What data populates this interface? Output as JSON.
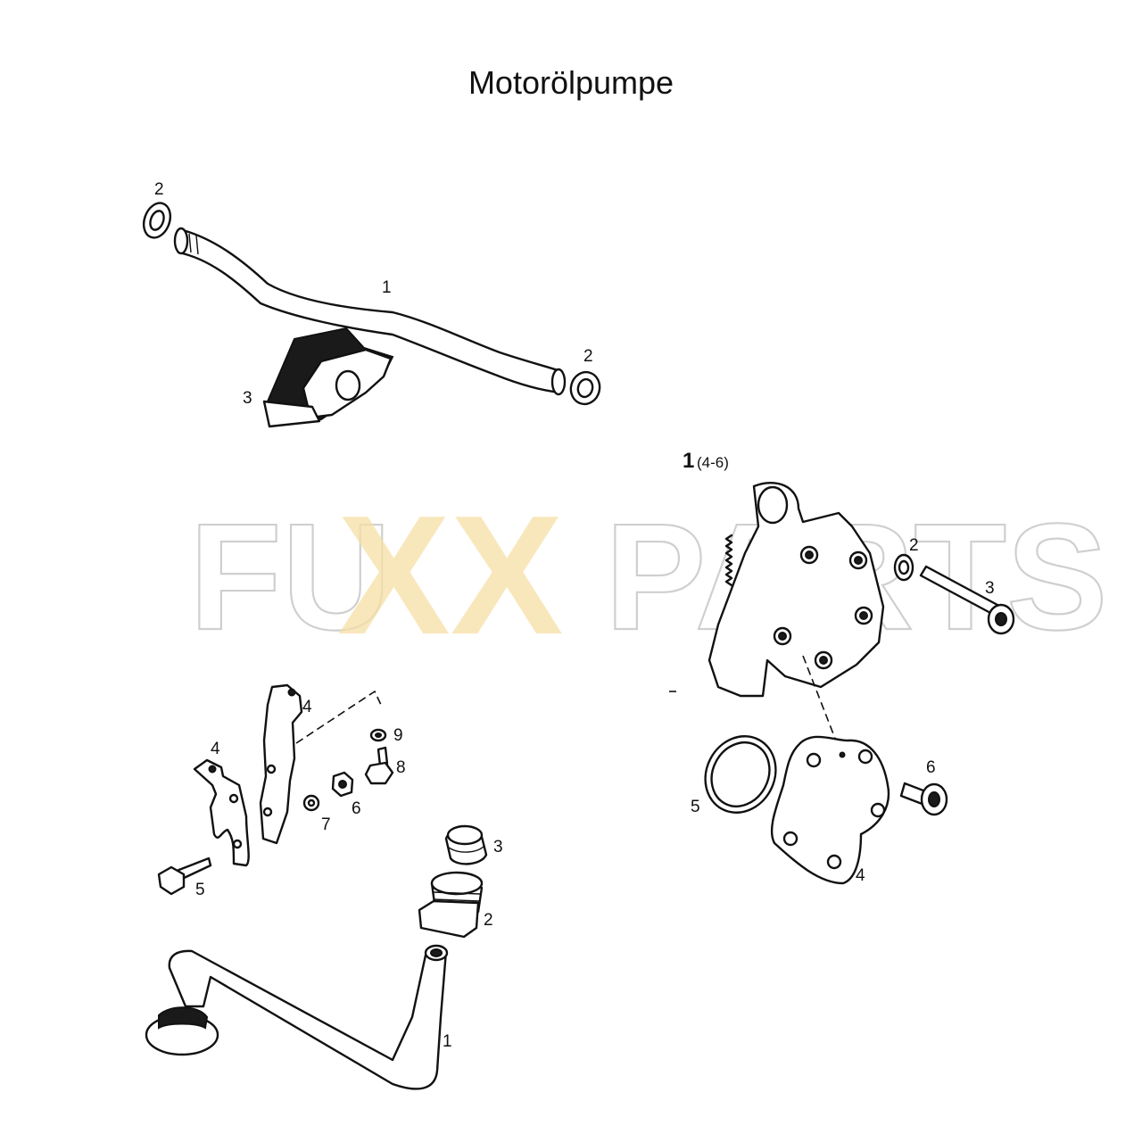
{
  "title": "Motorölpumpe",
  "watermark": {
    "left": "FU",
    "middle": "XX",
    "right": "PARTS",
    "outline_color": "#cfcfcf",
    "accent_color": "#f7dfa6"
  },
  "groups": {
    "pipe_group": {
      "labels": {
        "pipe": "1",
        "seal_left": "2",
        "seal_right": "2",
        "bracket": "3"
      }
    },
    "pump_group": {
      "assembly_label": "1",
      "assembly_range": "(4-6)",
      "labels": {
        "seal": "2",
        "bolt": "3",
        "cover": "4",
        "oring": "5",
        "screw": "6"
      }
    },
    "suction_group": {
      "labels": {
        "clamp_left": "4",
        "clamp_right": "4",
        "bolt": "5",
        "nut": "6",
        "lock_washer": "7",
        "screw": "8",
        "washer": "9",
        "cap": "3",
        "fitting": "2",
        "suction_pipe": "1"
      }
    }
  }
}
